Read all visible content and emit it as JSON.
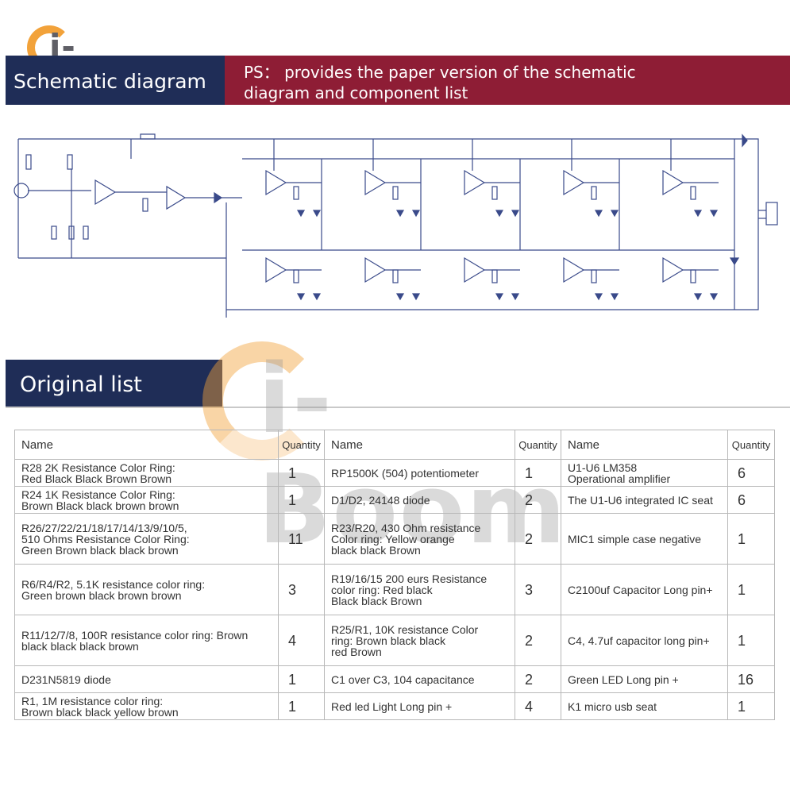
{
  "brand": {
    "name": "i-Boom",
    "accent": "#f2a23a",
    "navy": "#1f2d57",
    "maroon": "#8e1d35"
  },
  "schematic_section": {
    "title": "Schematic diagram",
    "note": "PS： provides the paper version of the schematic diagram and component list"
  },
  "list_section": {
    "title": "Original list",
    "headers": [
      "Name",
      "Quantity",
      "Name",
      "Quantity",
      "Name",
      "Quantity"
    ],
    "rows": [
      [
        "R28 2K Resistance Color Ring:\nRed Black Black Brown Brown",
        "1",
        "RP1500K (504) potentiometer",
        "1",
        "U1-U6 LM358\nOperational amplifier",
        "6"
      ],
      [
        "R24 1K Resistance Color Ring:\nBrown Black black brown brown",
        "1",
        "D1/D2, 24148 diode",
        "2",
        "The U1-U6 integrated IC seat",
        "6"
      ],
      [
        "R26/27/22/21/18/17/14/13/9/10/5,\n510 Ohms Resistance Color Ring:\nGreen Brown black black brown",
        "11",
        "R23/R20, 430 Ohm resistance\nColor ring: Yellow orange\nblack black Brown",
        "2",
        "MIC1 simple case negative",
        "1"
      ],
      [
        "R6/R4/R2, 5.1K resistance color ring:\nGreen brown black brown brown",
        "3",
        "R19/16/15 200 eurs Resistance\ncolor ring: Red black\nBlack black Brown",
        "3",
        "C2100uf Capacitor Long pin+",
        "1"
      ],
      [
        "R11/12/7/8, 100R resistance color ring: Brown\nblack black black brown",
        "4",
        "R25/R1, 10K resistance Color\nring: Brown black black\nred Brown",
        "2",
        "C4, 4.7uf capacitor long pin+",
        "1"
      ],
      [
        "D231N5819 diode",
        "1",
        "C1 over C3, 104 capacitance",
        "2",
        "Green LED Long pin +",
        "16"
      ],
      [
        "R1, 1M resistance color ring:\nBrown black black yellow brown",
        "1",
        "Red led Light Long pin +",
        "4",
        "K1 micro usb seat",
        "1"
      ]
    ]
  }
}
